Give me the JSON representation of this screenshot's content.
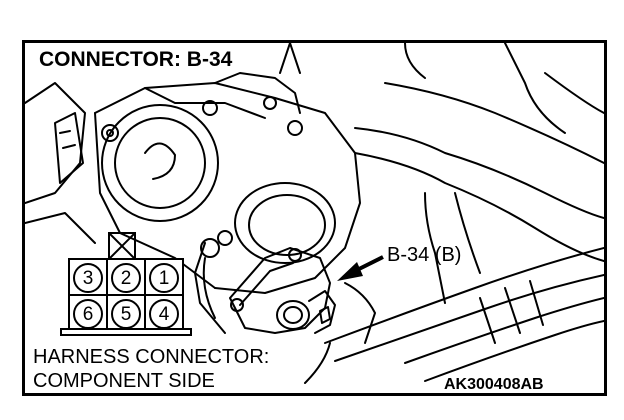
{
  "title": "CONNECTOR: B-34",
  "callout": "B-34 (B)",
  "caption_line1": "HARNESS CONNECTOR:",
  "caption_line2": "COMPONENT SIDE",
  "figure_code": "AK300408AB",
  "connector": {
    "pins_top": [
      "3",
      "2",
      "1"
    ],
    "pins_bottom": [
      "6",
      "5",
      "4"
    ]
  },
  "colors": {
    "line": "#000000",
    "background": "#ffffff"
  }
}
